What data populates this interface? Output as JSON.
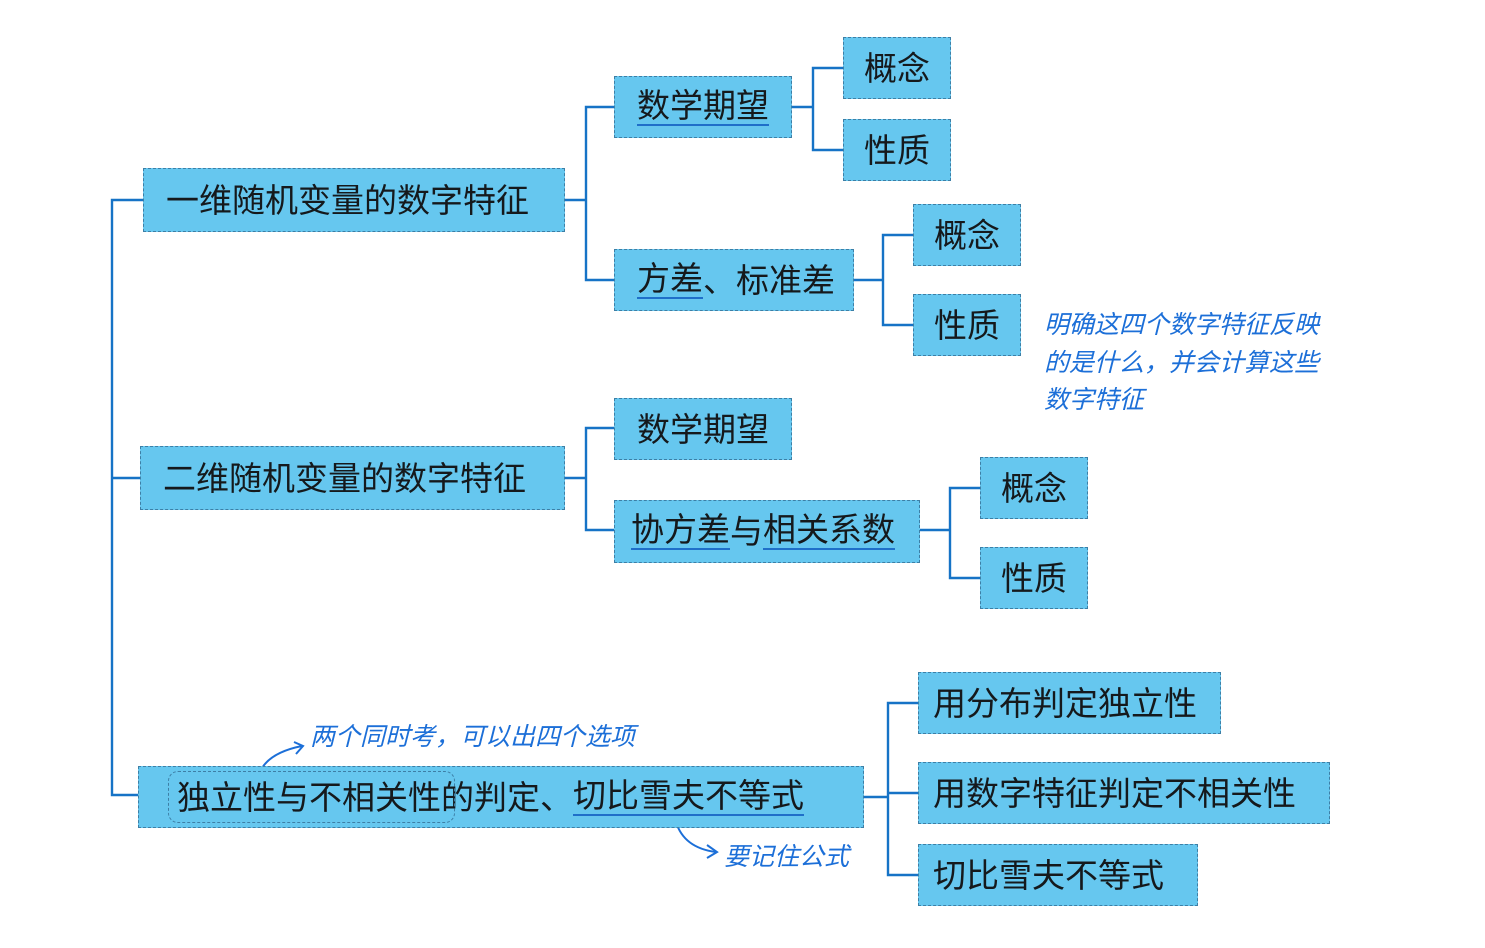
{
  "level1": [
    {
      "label": "一维随机变量的数字特征"
    },
    {
      "label": "二维随机变量的数字特征"
    },
    {
      "label_part1": "独立性与不相关性",
      "label_part2": "的判定、",
      "label_part3": "切比雪夫不等式"
    }
  ],
  "level2": {
    "expectation_1d": "数学期望",
    "variance": {
      "part1": "方差",
      "part2": "、标准差"
    },
    "expectation_2d": "数学期望",
    "covariance": {
      "part1": "协方差",
      "part2": "与",
      "part3": "相关系数"
    },
    "independence_by_distribution": "用分布判定独立性",
    "uncorrelated_by_features": "用数字特征判定不相关性",
    "chebyshev": "切比雪夫不等式"
  },
  "level3": {
    "concept": "概念",
    "property": "性质"
  },
  "annotations": {
    "note_features": [
      "明确这四个数字特征反映",
      "的是什么，并会计算这些",
      "数字特征"
    ],
    "note_exam": "两个同时考，可以出四个选项",
    "note_formula": "要记住公式"
  },
  "colors": {
    "node_fill": "#66c7ef",
    "connector": "#1673c6",
    "handwriting": "#1c6fd8"
  }
}
